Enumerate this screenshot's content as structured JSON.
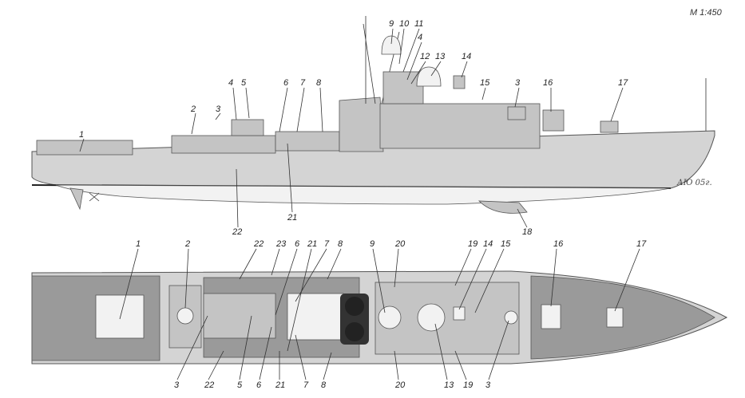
{
  "scale": "M 1:450",
  "signature": "АЮ 05г.",
  "colors": {
    "hull": "#d4d4d4",
    "deck": "#9a9a9a",
    "line": "#555555"
  },
  "side_view": {
    "labels": [
      "1",
      "2",
      "3",
      "4",
      "5",
      "6",
      "7",
      "8",
      "9",
      "10",
      "11",
      "4",
      "12",
      "13",
      "14",
      "15",
      "3",
      "16",
      "17",
      "18",
      "22",
      "21"
    ]
  },
  "top_view": {
    "top_labels": [
      "1",
      "2",
      "22",
      "23",
      "6",
      "21",
      "7",
      "8",
      "9",
      "20",
      "19",
      "14",
      "15",
      "16",
      "17"
    ],
    "bottom_labels": [
      "3",
      "22",
      "5",
      "6",
      "21",
      "7",
      "8",
      "20",
      "13",
      "19",
      "3"
    ]
  }
}
